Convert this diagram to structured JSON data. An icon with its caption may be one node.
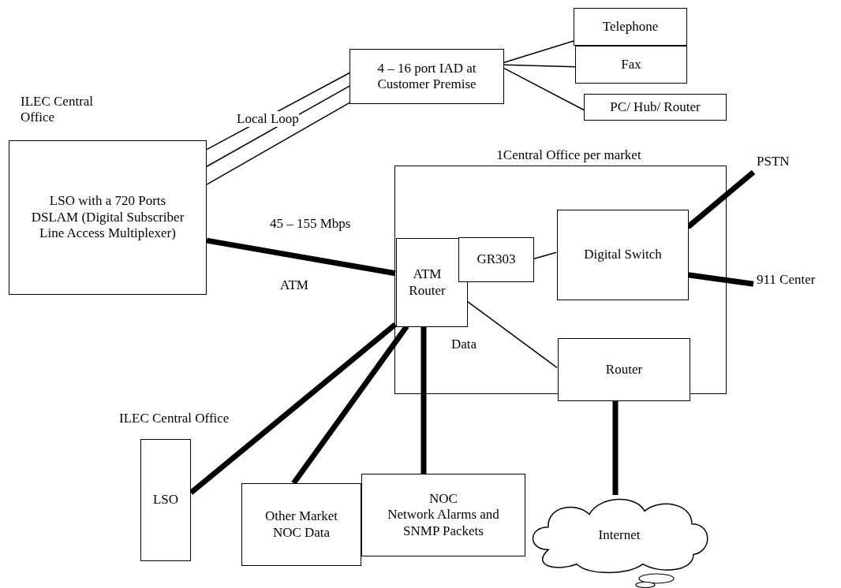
{
  "diagram": {
    "nodes": [
      {
        "text": [
          "ILEC Central Office",
          "LSO with a 720 Ports DSLAM (Digital Subscriber Line Access Multiplexer)"
        ]
      },
      {
        "text": [
          "4 – 16 port IAD at Customer Premise"
        ]
      },
      {
        "text": [
          "Telephone"
        ]
      },
      {
        "text": [
          "Fax"
        ]
      },
      {
        "text": [
          "PC/ Hub/ Router"
        ]
      },
      {
        "text": [
          "1Central Office per market"
        ]
      },
      {
        "text": [
          "ATM Router"
        ],
        "in": 5
      },
      {
        "text": [
          "GR303"
        ],
        "in": 5
      },
      {
        "text": [
          "Digital Switch"
        ],
        "in": 5
      },
      {
        "text": [
          "Router"
        ],
        "in": 5
      },
      {
        "text": [
          "PSTN"
        ]
      },
      {
        "text": [
          "911 Center"
        ]
      },
      {
        "text": [
          "ILEC Central Office",
          "LSO"
        ]
      },
      {
        "text": [
          "Other Market NOC Data"
        ]
      },
      {
        "text": [
          "NOC",
          "Network Alarms and SNMP Packets"
        ]
      },
      {
        "text": [
          "Internet"
        ]
      }
    ],
    "edges": [
      {
        "from": 0,
        "to": 1,
        "arrow": "none"
      },
      {
        "from": 0,
        "to": 1,
        "arrow": "none",
        "label": "Local Loop"
      },
      {
        "from": 0,
        "to": 1,
        "arrow": "none"
      },
      {
        "from": 1,
        "to": 2,
        "arrow": "none"
      },
      {
        "from": 1,
        "to": 3,
        "arrow": "none"
      },
      {
        "from": 1,
        "to": 4,
        "arrow": "none"
      },
      {
        "from": 0,
        "to": 6,
        "arrow": "none",
        "style": "thick",
        "label": "45 – 155 Mbps"
      },
      {
        "from": 7,
        "to": 8,
        "arrow": "none"
      },
      {
        "from": 6,
        "to": 9,
        "arrow": "none",
        "label": "Data"
      },
      {
        "from": 8,
        "to": 10,
        "arrow": "none",
        "style": "thick"
      },
      {
        "from": 8,
        "to": 11,
        "arrow": "none",
        "style": "thick"
      },
      {
        "from": 12,
        "to": 6,
        "arrow": "none",
        "style": "thick"
      },
      {
        "from": 13,
        "to": 6,
        "arrow": "none",
        "style": "thick"
      },
      {
        "from": 6,
        "to": 14,
        "arrow": "none",
        "style": "thick"
      },
      {
        "from": 9,
        "to": 15,
        "arrow": "none",
        "style": "thick"
      }
    ],
    "labels": [
      "ATM"
    ]
  }
}
